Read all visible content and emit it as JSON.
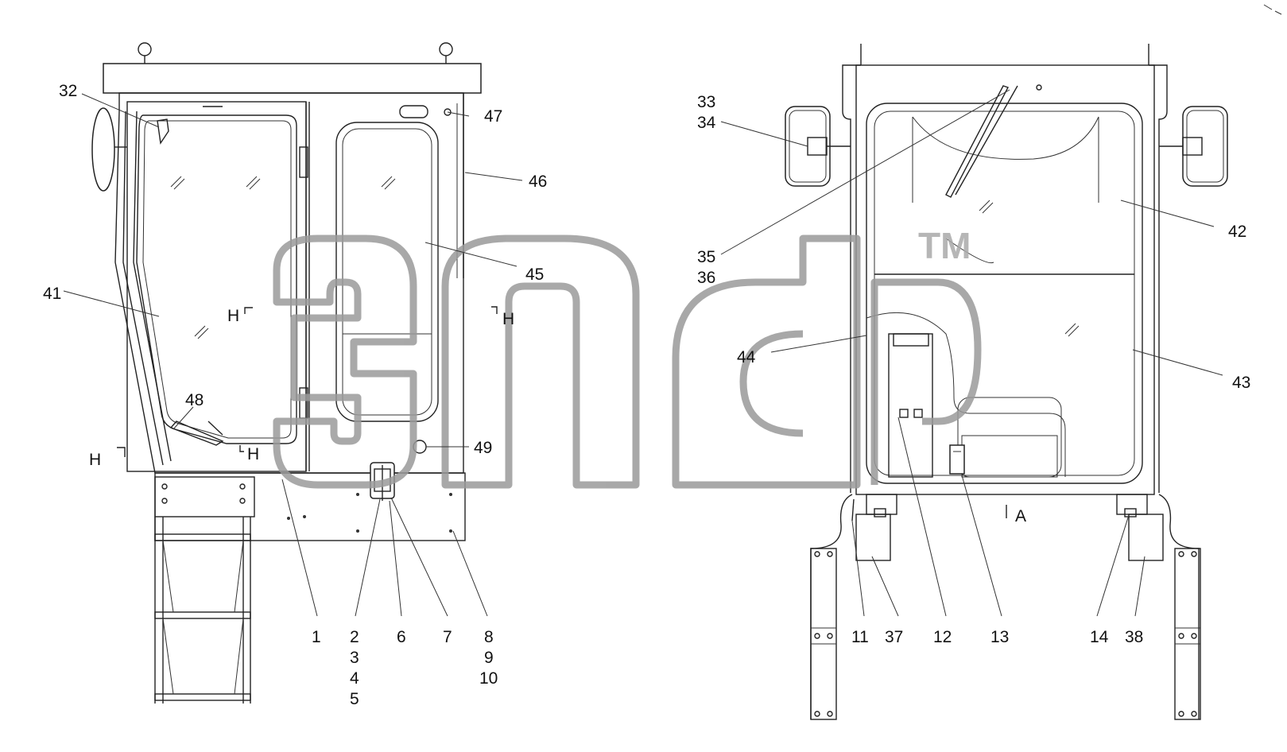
{
  "callouts": {
    "c1": "1",
    "c2": "2",
    "c3": "3",
    "c4": "4",
    "c5": "5",
    "c6": "6",
    "c7": "7",
    "c8": "8",
    "c9": "9",
    "c10": "10",
    "c11": "11",
    "c12": "12",
    "c13": "13",
    "c14": "14",
    "c32": "32",
    "c33": "33",
    "c34": "34",
    "c35": "35",
    "c36": "36",
    "c37": "37",
    "c38": "38",
    "c41": "41",
    "c42": "42",
    "c43": "43",
    "c44": "44",
    "c45": "45",
    "c46": "46",
    "c47": "47",
    "c48": "48",
    "c49": "49"
  },
  "section_marks": {
    "h1": "H",
    "h2": "H",
    "h3": "H",
    "h4": "H",
    "view_a": "A"
  },
  "watermark": {
    "tm": "TM"
  },
  "colors": {
    "line": "#222222",
    "watermark": "#9a9a9a",
    "background": "#ffffff"
  }
}
